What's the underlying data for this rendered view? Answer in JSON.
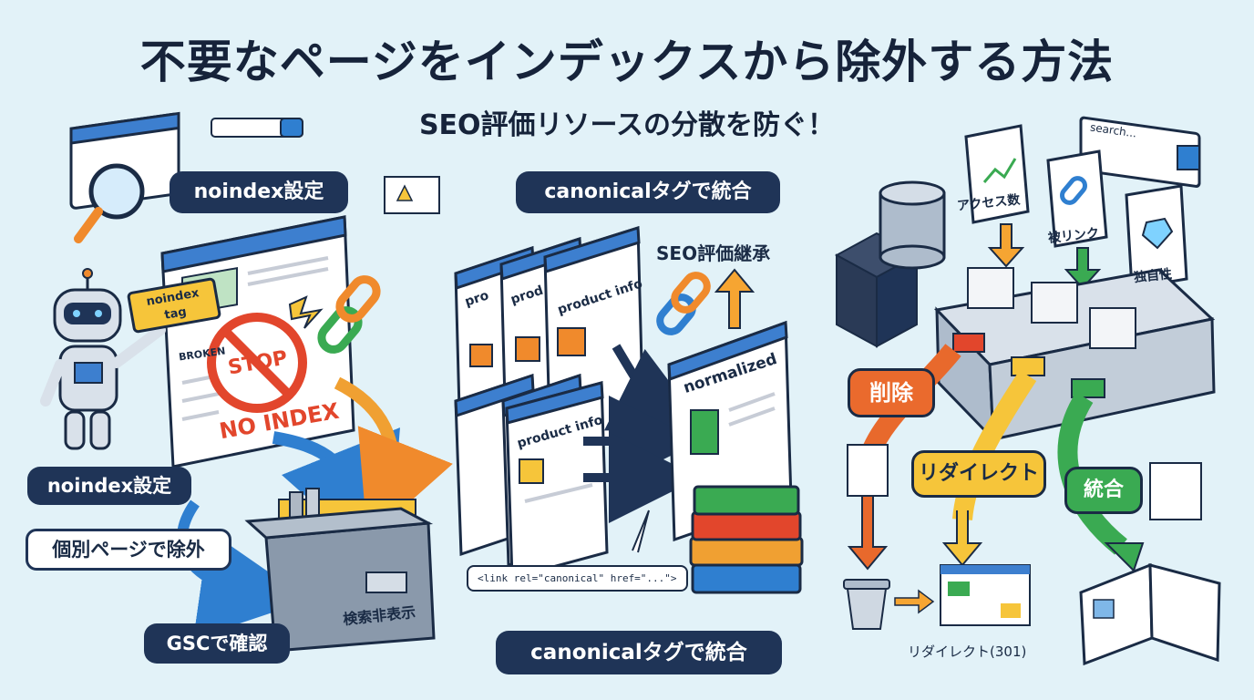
{
  "header": {
    "title": "不要なページをインデックスから除外する方法",
    "subtitle": "SEO評価リソースの分散を防ぐ！"
  },
  "left": {
    "bubble_top": "noindex設定",
    "tag_label_1": "noindex",
    "tag_label_2": "tag",
    "broken_label": "BROKEN",
    "stop_sign": "STOP",
    "no_index_stamp": "NO INDEX",
    "label_noindex": "noindex設定",
    "label_individual": "個別ページで除外",
    "label_gsc": "GSCで確認",
    "drawer_label": "検索非表示"
  },
  "center": {
    "label_top": "canonicalタグで統合",
    "seo_inherit": "SEO評価継承",
    "card_text_1": "product info",
    "card_text_2": "prod",
    "card_text_3": "pro",
    "normalized": "normalized",
    "canonical_code": "<link rel=\"canonical\" href=\"...\">",
    "label_bottom": "canonicalタグで統合"
  },
  "right": {
    "search_placeholder": "search...",
    "card_access": "アクセス数",
    "card_backlinks": "被リンク",
    "card_unique": "独自性",
    "tag_delete": "削除",
    "tag_redirect": "リダイレクト",
    "tag_merge": "統合",
    "redirect_caption": "リダイレクト(301)"
  },
  "colors": {
    "navy": "#1f3457",
    "background": "#e2f2f8",
    "orange": "#f08a2c",
    "red": "#e2462c",
    "yellow": "#f6c53a",
    "green": "#3aaa52",
    "blue": "#2f7fd0"
  }
}
